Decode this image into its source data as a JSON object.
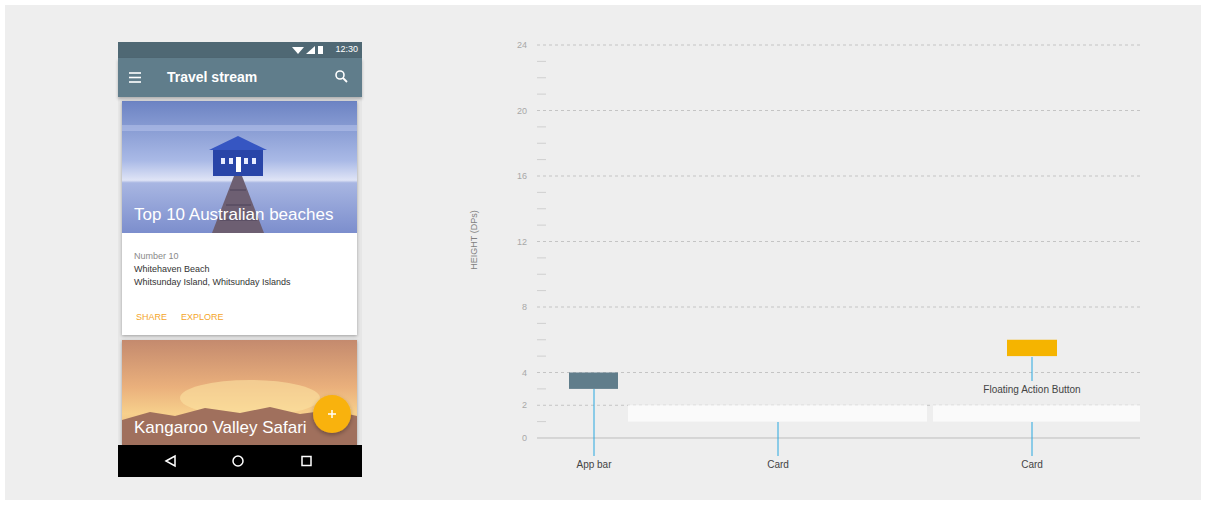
{
  "diagram": {
    "nodes": [
      {
        "text": [
          "12:30"
        ]
      },
      {
        "text": [
          "Travel stream"
        ]
      },
      {
        "text": [
          "Top 10 Australian beaches",
          "Number 10",
          "Whitehaven Beach",
          "Whitsunday Island, Whitsunday Islands",
          "SHARE",
          "EXPLORE"
        ]
      },
      {
        "text": [
          "Kangaroo Valley Safari"
        ]
      }
    ],
    "labels": [
      "24",
      "20",
      "16",
      "12",
      "8",
      "4",
      "2",
      "0",
      "HEIGHT (DPs)",
      "Floating Action Button",
      "App bar",
      "Card",
      "Card"
    ]
  }
}
